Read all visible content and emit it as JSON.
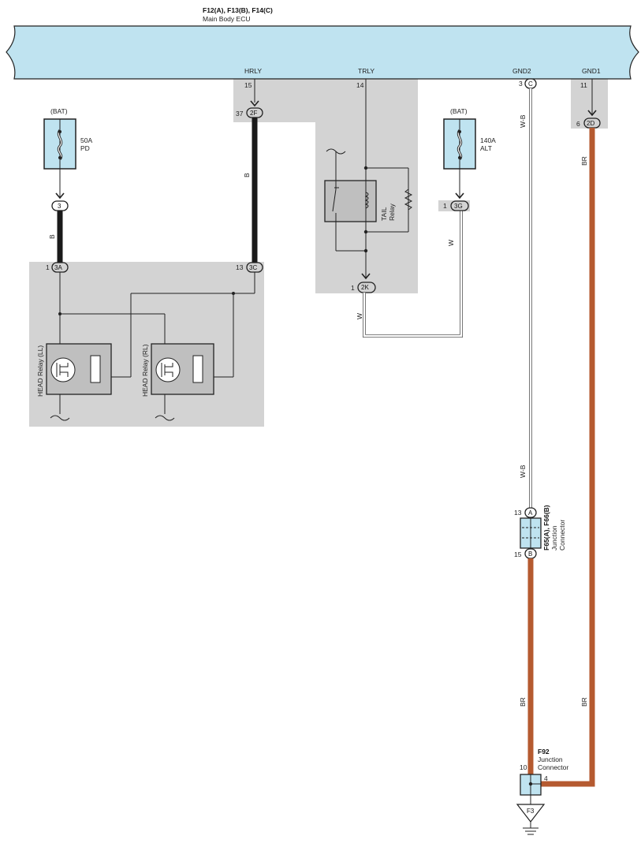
{
  "ecu": {
    "codes": "F12(A), F13(B), F14(C)",
    "name": "Main Body ECU",
    "terminals": [
      {
        "label": "HRLY",
        "pin": "15"
      },
      {
        "label": "TRLY",
        "pin": "14"
      },
      {
        "label": "GND2",
        "pin": "3",
        "connector": "C"
      },
      {
        "label": "GND1",
        "pin": "11"
      }
    ]
  },
  "fuses": [
    {
      "source": "(BAT)",
      "rating": "50A",
      "name": "PD"
    },
    {
      "source": "(BAT)",
      "rating": "140A",
      "name": "ALT"
    }
  ],
  "connectors": {
    "c2F": {
      "pin": "37",
      "code": "2F"
    },
    "c3": {
      "code": "3"
    },
    "c3A": {
      "pin": "1",
      "code": "3A"
    },
    "c3C": {
      "pin": "13",
      "code": "3C"
    },
    "c2K": {
      "pin": "1",
      "code": "2K"
    },
    "c3G": {
      "pin": "1",
      "code": "3G"
    },
    "c2D": {
      "pin": "6",
      "code": "2D"
    },
    "cA": {
      "pin": "13",
      "code": "A"
    },
    "cB": {
      "pin": "15",
      "code": "B"
    }
  },
  "wire_colors": {
    "b1": "B",
    "b2": "B",
    "w1": "W",
    "w2": "W",
    "wb1": "W-B",
    "wb2": "W-B",
    "br1": "BR",
    "br2": "BR",
    "br3": "BR"
  },
  "relays": {
    "tail_line1": "TAIL",
    "tail_line2": "Relay",
    "head_ll": "HEAD Relay (LL)",
    "head_rl": "HEAD Relay (RL)"
  },
  "junction_f65": {
    "code": "F65(A), F66(B)",
    "line1": "Junction",
    "line2": "Connector"
  },
  "junction_f92": {
    "code": "F92",
    "line1": "Junction",
    "line2": "Connector",
    "pin_left": "10",
    "pin_right": "4"
  },
  "ground": {
    "code": "F3"
  },
  "colors": {
    "ecu_fill": "#bfe3f0",
    "fuse_fill": "#bfe3f0",
    "ecu_gray": "#d3d3d3",
    "wire_brown": "#b55a30",
    "wire_black": "#1a1a1a"
  }
}
